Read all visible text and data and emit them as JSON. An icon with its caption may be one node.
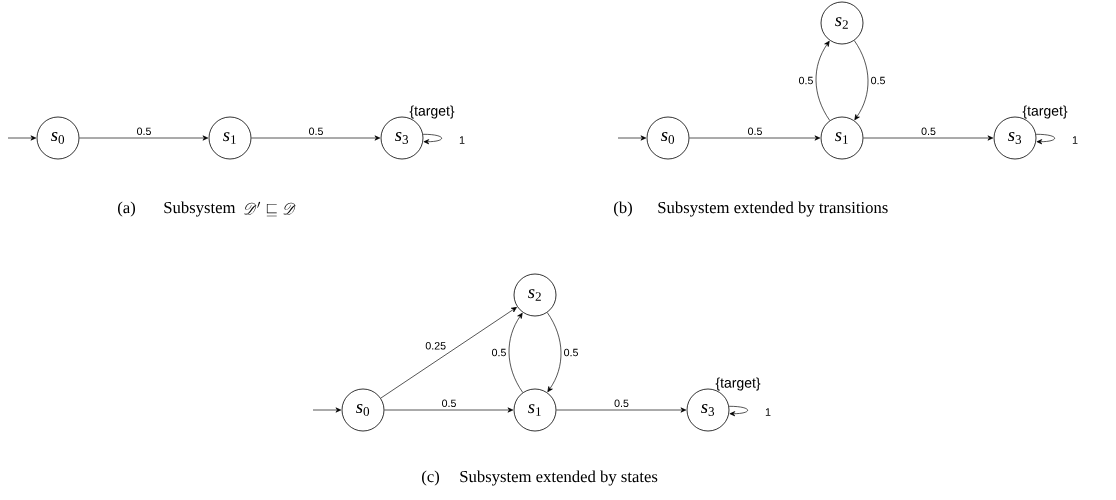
{
  "diagram": {
    "nodes": [
      {
        "text": [
          "*s*$_{0}$"
        ]
      },
      {
        "text": [
          "*s*$_{1}$"
        ]
      },
      {
        "text": [
          "*s*$_{3}$"
        ],
        "beside": [
          "{target}"
        ]
      },
      {
        "text": [
          "*s*$_{2}$"
        ]
      },
      {
        "text": [
          "*s*$_{0}$"
        ]
      },
      {
        "text": [
          "*s*$_{1}$"
        ]
      },
      {
        "text": [
          "*s*$_{3}$"
        ],
        "beside": [
          "{target}"
        ]
      },
      {
        "text": [
          "*s*$_{2}$"
        ]
      },
      {
        "text": [
          "*s*$_{0}$"
        ]
      },
      {
        "text": [
          "*s*$_{1}$"
        ]
      },
      {
        "text": [
          "*s*$_{3}$"
        ],
        "beside": [
          "{target}"
        ]
      }
    ],
    "edges": [
      {
        "from": null,
        "to": 0,
        "arrow": "to"
      },
      {
        "from": 0,
        "to": 1,
        "arrow": "to",
        "label": "0.5"
      },
      {
        "from": 1,
        "to": 2,
        "arrow": "to",
        "label": "0.5"
      },
      {
        "from": 2,
        "to": 2,
        "arrow": "to",
        "label": "1"
      },
      {
        "from": null,
        "to": 4,
        "arrow": "to"
      },
      {
        "from": 4,
        "to": 5,
        "arrow": "to",
        "label": "0.5"
      },
      {
        "from": 5,
        "to": 3,
        "arrow": "to",
        "label": "0.5"
      },
      {
        "from": 3,
        "to": 5,
        "arrow": "to",
        "label": "0.5"
      },
      {
        "from": 5,
        "to": 6,
        "arrow": "to",
        "label": "0.5"
      },
      {
        "from": 6,
        "to": 6,
        "arrow": "to",
        "label": "1"
      },
      {
        "from": 8,
        "to": 7,
        "arrow": "to",
        "label": "0.25"
      },
      {
        "from": 9,
        "to": 7,
        "arrow": "to",
        "label": "0.5"
      },
      {
        "from": 7,
        "to": 9,
        "arrow": "to",
        "label": "0.5"
      },
      {
        "from": null,
        "to": 8,
        "arrow": "to"
      },
      {
        "from": 8,
        "to": 9,
        "arrow": "to",
        "label": "0.5"
      },
      {
        "from": 9,
        "to": 10,
        "arrow": "to",
        "label": "0.5"
      },
      {
        "from": 10,
        "to": 10,
        "arrow": "to",
        "label": "1"
      }
    ],
    "labels": [
      "(a)",
      "Subsystem",
      "\\mathscr{D}' \\sqsubseteq \\mathscr{D}",
      "(b)",
      "Subsystem extended by transitions",
      "(c)",
      "Subsystem extended by states"
    ]
  }
}
